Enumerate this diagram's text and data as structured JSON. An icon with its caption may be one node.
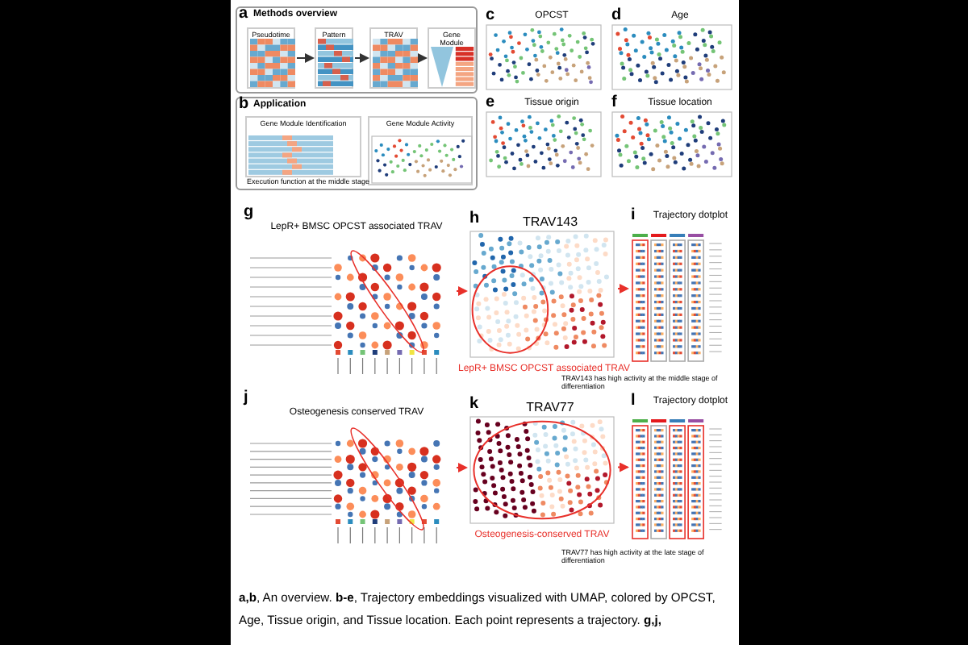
{
  "diagram": {
    "caption": "**a,b**, An overview. **b-e**, Trajectory embeddings visualized with UMAP, colored by OPCST, Age, Tissue origin, and Tissue location. Each point represents a trajectory. **g,j,**",
    "nodes": [
      {
        "text": [
          "a",
          "Methods overview"
        ]
      },
      {
        "text": [
          "Pseudotime"
        ],
        "in": 0
      },
      {
        "text": [
          "Pattern"
        ],
        "in": 0
      },
      {
        "text": [
          "TRAV"
        ],
        "in": 0
      },
      {
        "text": [
          "Gene Module"
        ],
        "in": 0
      },
      {
        "text": [
          "c",
          "OPCST"
        ]
      },
      {
        "text": [
          "d",
          "Age"
        ]
      },
      {
        "text": [
          "b",
          "Application"
        ]
      },
      {
        "text": [
          "Gene Module Identification"
        ],
        "in": 7
      },
      {
        "text": [
          "Gene Module Activity"
        ],
        "in": 7
      },
      {
        "text": [
          "e",
          "Tissue origin"
        ]
      },
      {
        "text": [
          "f",
          "Tissue location"
        ]
      },
      {
        "text": [
          "g",
          "LepR+ BMSC OPCST associated TRAV"
        ]
      },
      {
        "text": [
          "h",
          "TRAV143"
        ],
        "beside": [
          "LepR+ BMSC OPCST associated TRAV"
        ]
      },
      {
        "text": [
          "i",
          "Trajectory dotplot"
        ]
      },
      {
        "text": [
          "j",
          "Osteogenesis conserved TRAV"
        ]
      },
      {
        "text": [
          "k",
          "TRAV77"
        ],
        "beside": [
          "Osteogenesis-conserved TRAV"
        ]
      },
      {
        "text": [
          "l",
          "Trajectory dotplot"
        ]
      }
    ],
    "edges": [
      {
        "from": 1,
        "to": 2,
        "arrow": "to",
        "color": "#333333"
      },
      {
        "from": 2,
        "to": 3,
        "arrow": "to",
        "color": "#333333"
      },
      {
        "from": 3,
        "to": 4,
        "arrow": "to",
        "color": "#333333"
      },
      {
        "from": 12,
        "to": 13,
        "arrow": "to",
        "color": "#e8302a"
      },
      {
        "from": 13,
        "to": 14,
        "arrow": "to",
        "color": "#e8302a"
      },
      {
        "from": 15,
        "to": 16,
        "arrow": "to",
        "color": "#e8302a"
      },
      {
        "from": 16,
        "to": 17,
        "arrow": "to",
        "color": "#e8302a"
      }
    ],
    "labels": [
      "Execution function at the middle stage",
      "TRAV143 has high activity at the middle stage of differentiation",
      "TRAV77 has high activity at the late stage of differentiation"
    ]
  }
}
